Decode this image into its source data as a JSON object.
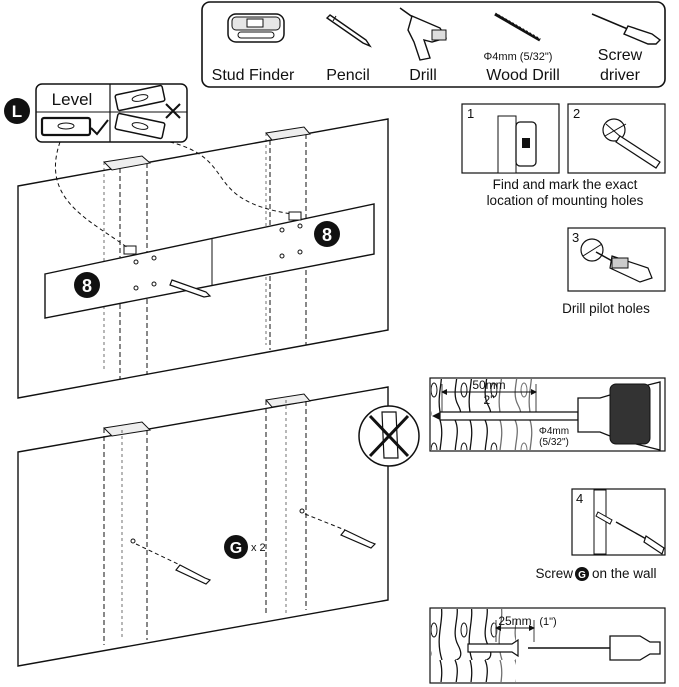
{
  "tools": {
    "items": [
      {
        "name": "Stud Finder",
        "icon": "stud-finder-icon"
      },
      {
        "name": "Pencil",
        "icon": "pencil-icon"
      },
      {
        "name": "Drill",
        "icon": "drill-icon"
      },
      {
        "name": "Wood Drill",
        "spec": "Φ4mm (5/32\")",
        "icon": "wood-drill-bit-icon"
      },
      {
        "name_line1": "Screw",
        "name_line2": "driver",
        "icon": "screwdriver-icon"
      }
    ]
  },
  "level": {
    "label": "Level",
    "marker": "L",
    "correct_icon": "check-icon",
    "wrong_icon": "cross-icon"
  },
  "bracket_marker": "8",
  "screw_marker": "G",
  "screw_count": "x 2",
  "steps": {
    "step1": {
      "number": "1"
    },
    "step2": {
      "number": "2"
    },
    "caption_mark_line1": "Find and mark the exact",
    "caption_mark_line2": "location of mounting holes",
    "step3": {
      "number": "3"
    },
    "caption_drill": "Drill pilot holes",
    "depth": {
      "value": "50mm",
      "inches": "2\"",
      "bit": "Φ4mm",
      "bit_inches": "(5/32\")"
    },
    "step4": {
      "number": "4"
    },
    "caption_screw_prefix": "Screw",
    "caption_screw_suffix": "on the wall",
    "screw_depth": {
      "value": "25mm",
      "inches": "(1\")"
    }
  },
  "no_anchor_icon": "no-wall-anchor-icon",
  "colors": {
    "line": "#111111",
    "wall": "#ffffff",
    "marker_bg": "#111111",
    "marker_fg": "#ffffff"
  }
}
